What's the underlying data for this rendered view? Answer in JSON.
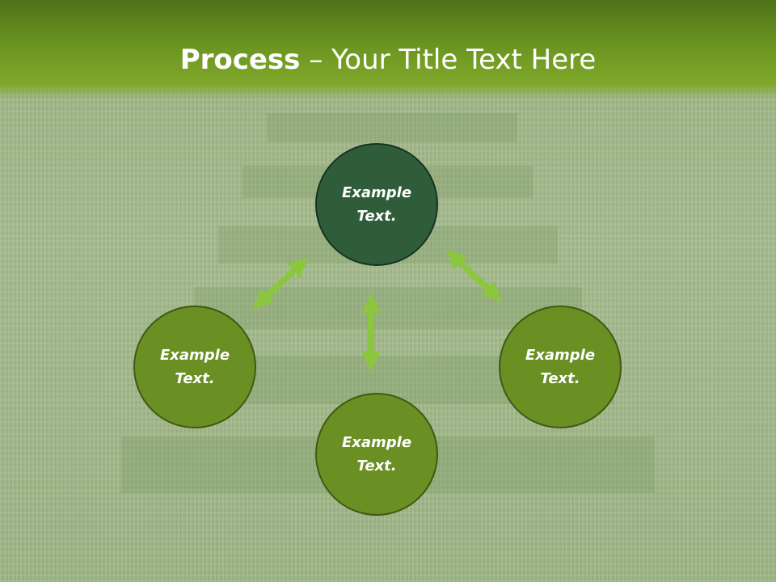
{
  "title": {
    "bold": "Process",
    "rest": " – Your Title Text Here"
  },
  "nodes": {
    "top": {
      "text": "Example\nText."
    },
    "left": {
      "text": "Example\nText."
    },
    "right": {
      "text": "Example\nText."
    },
    "bottom": {
      "text": "Example\nText."
    }
  },
  "colors": {
    "header": "#6a9420",
    "node_light": "#6a8f22",
    "node_dark": "#2f5d3a",
    "arrow": "#8cc63f"
  }
}
